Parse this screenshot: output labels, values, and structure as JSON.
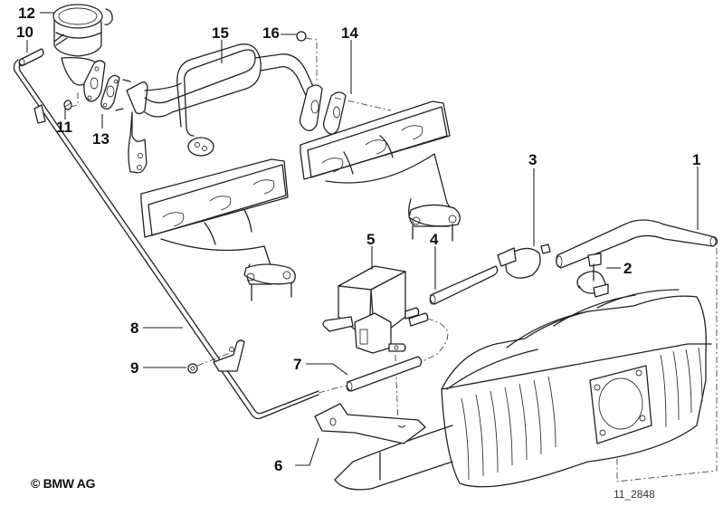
{
  "diagram": {
    "type": "exploded-parts-view",
    "subject": "exhaust manifolds, intake manifold and secondary air / vacuum lines",
    "callouts": [
      {
        "id": "1",
        "label": "1",
        "part": "pipe"
      },
      {
        "id": "2",
        "label": "2",
        "part": "clip"
      },
      {
        "id": "3",
        "label": "3",
        "part": "filter / damper"
      },
      {
        "id": "4",
        "label": "4",
        "part": "hose"
      },
      {
        "id": "5",
        "label": "5",
        "part": "solenoid valve"
      },
      {
        "id": "6",
        "label": "6",
        "part": "bracket"
      },
      {
        "id": "7",
        "label": "7",
        "part": "hose"
      },
      {
        "id": "8",
        "label": "8",
        "part": "line"
      },
      {
        "id": "9",
        "label": "9",
        "part": "nut"
      },
      {
        "id": "10",
        "label": "10",
        "part": "hose"
      },
      {
        "id": "11",
        "label": "11",
        "part": "nut"
      },
      {
        "id": "12",
        "label": "12",
        "part": "valve"
      },
      {
        "id": "13",
        "label": "13",
        "part": "gasket"
      },
      {
        "id": "14",
        "label": "14",
        "part": "gasket"
      },
      {
        "id": "15",
        "label": "15",
        "part": "pipe"
      },
      {
        "id": "16",
        "label": "16",
        "part": "nut"
      }
    ]
  },
  "footer": {
    "copyright": "© BMW AG",
    "diagram_id": "11_2848"
  }
}
